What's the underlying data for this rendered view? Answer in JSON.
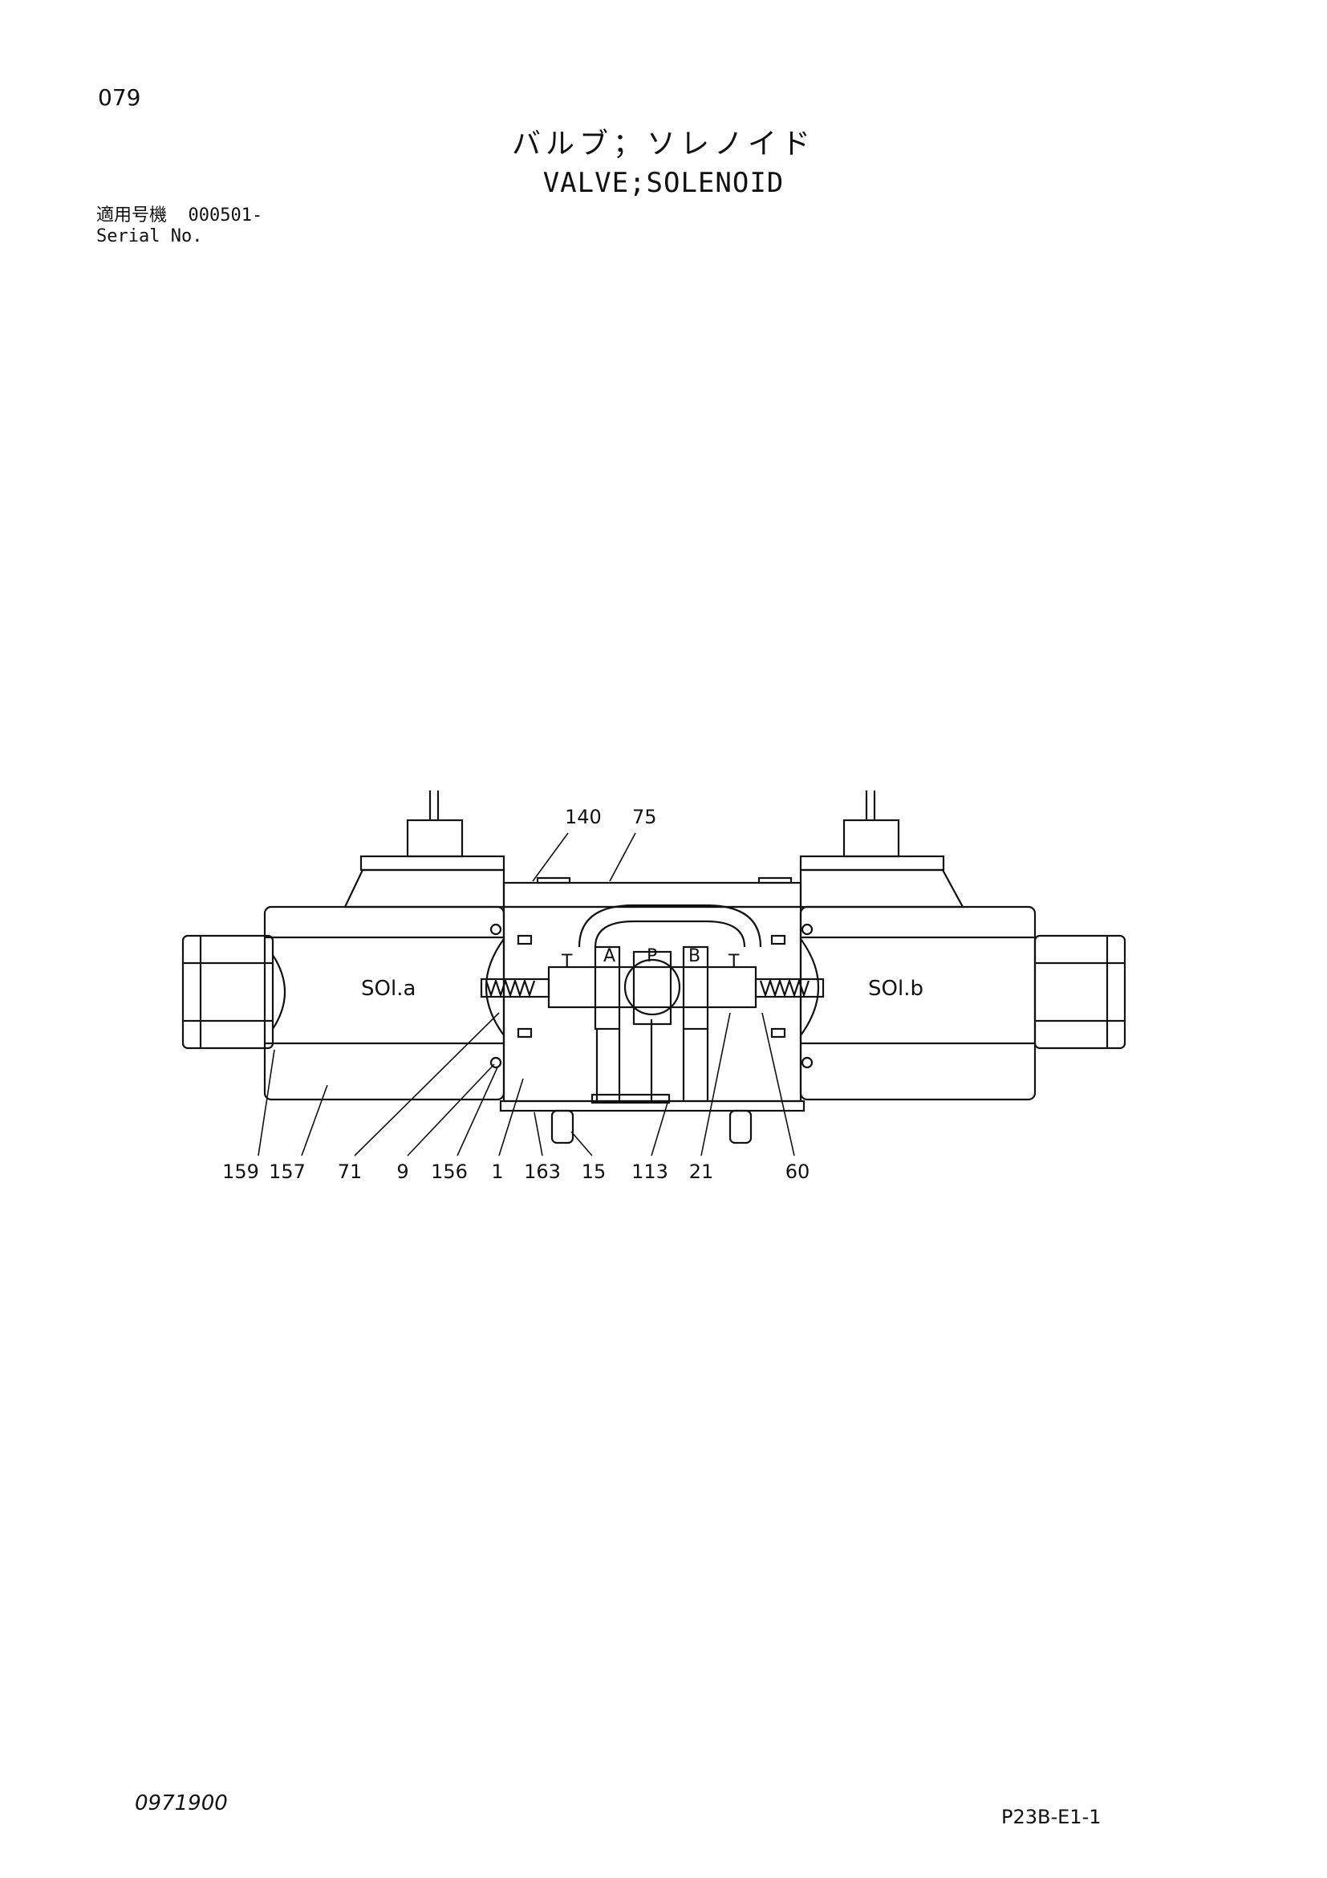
{
  "page": {
    "number": "079",
    "doc_number": "0971900",
    "page_code": "P23B-E1-1"
  },
  "title": {
    "japanese": "バルブ；ソレノイド",
    "english": "VALVE;SOLENOID"
  },
  "serial": {
    "label_jp": "適用号機",
    "value": "000501-",
    "label_en": "Serial No."
  },
  "diagram": {
    "solenoid_labels": [
      "SOl.a",
      "SOl.b"
    ],
    "port_labels": [
      "T",
      "A",
      "P",
      "B",
      "T"
    ],
    "callouts_top": [
      "140",
      "75"
    ],
    "callouts_bottom": [
      "159",
      "157",
      "71",
      "9",
      "156",
      "1",
      "163",
      "15",
      "113",
      "21",
      "60"
    ]
  }
}
